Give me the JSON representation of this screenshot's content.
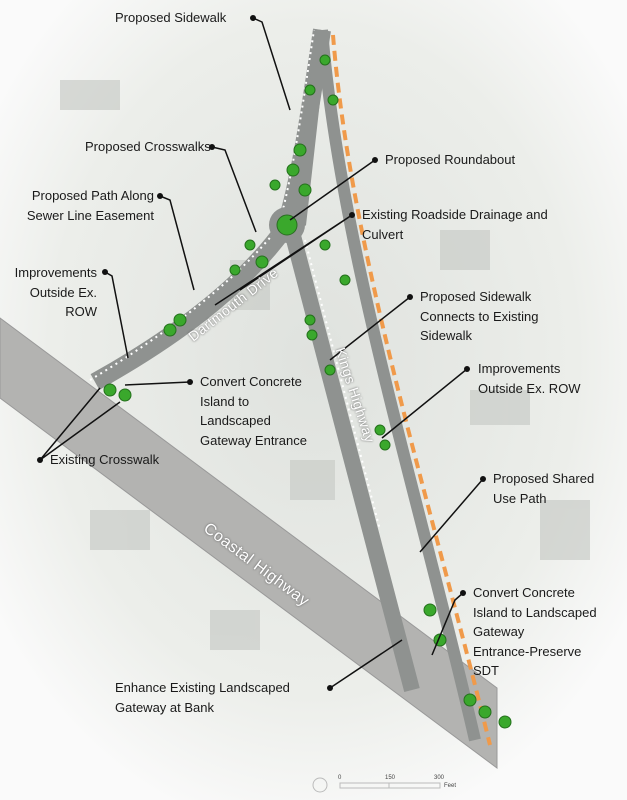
{
  "colors": {
    "road": "#9c9c9c",
    "coastal_highway": "#b0b0b0",
    "tree": "#3aa82c",
    "shared_use_path": "#f09a4a",
    "sidewalk": "#ffffff",
    "background": "#f1f2ef"
  },
  "roads": {
    "dartmouth": "Dartmouth Drive",
    "kings": "Kings Highway",
    "coastal": "Coastal Highway"
  },
  "callouts": {
    "proposed_sidewalk": [
      "Proposed Sidewalk"
    ],
    "proposed_crosswalks": [
      "Proposed Crosswalks"
    ],
    "sewer_path": [
      "Proposed Path Along",
      "Sewer Line Easement"
    ],
    "improvements_left": [
      "Improvements",
      "Outside Ex.",
      "ROW"
    ],
    "roundabout": [
      "Proposed Roundabout"
    ],
    "drainage": [
      "Existing Roadside Drainage and",
      "Culvert"
    ],
    "sidewalk_connects": [
      "Proposed Sidewalk",
      "Connects to Existing",
      "Sidewalk"
    ],
    "improvements_right": [
      "Improvements",
      "Outside Ex. ROW"
    ],
    "convert_island_left": [
      "Convert Concrete",
      "Island to",
      "Landscaped",
      "Gateway Entrance"
    ],
    "existing_crosswalk": [
      "Existing Crosswalk"
    ],
    "shared_use_path": [
      "Proposed Shared",
      "Use Path"
    ],
    "convert_island_right": [
      "Convert Concrete",
      "Island to Landscaped",
      "Gateway",
      "Entrance-Preserve",
      "SDT"
    ],
    "enhance_bank": [
      "Enhance Existing Landscaped",
      "Gateway at Bank"
    ]
  },
  "scale_bar": {
    "ticks": [
      "0",
      "150",
      "300"
    ],
    "unit": "Feet"
  }
}
